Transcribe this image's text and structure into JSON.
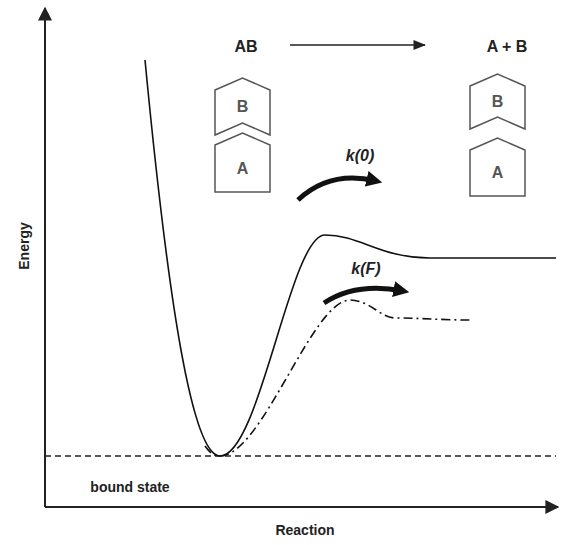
{
  "diagram": {
    "nodes": [
      {
        "text": [
          "B"
        ]
      },
      {
        "text": [
          "A"
        ]
      },
      {
        "text": [
          "B"
        ]
      },
      {
        "text": [
          "A"
        ]
      }
    ],
    "labels": [
      "AB",
      "A + B",
      "k(0)",
      "k(F)",
      "Energy",
      "Reaction",
      "bound state"
    ]
  }
}
